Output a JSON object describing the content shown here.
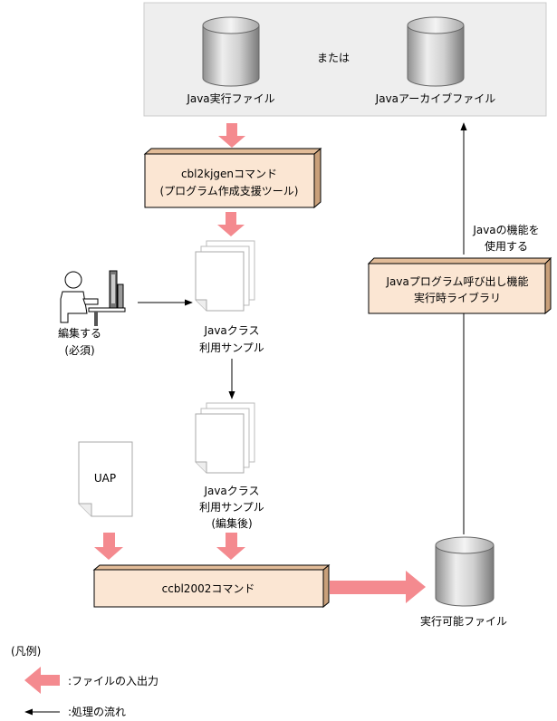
{
  "top_box": {
    "java_exec_file": "Java実行ファイル",
    "or": "または",
    "java_archive_file": "Javaアーカイブファイル"
  },
  "cbl2kjgen": {
    "line1": "cbl2kjgenコマンド",
    "line2": "(プログラム作成支援ツール)"
  },
  "java_class_sample": {
    "line1": "Javaクラス",
    "line2": "利用サンプル"
  },
  "java_class_sample_edited": {
    "line1": "Javaクラス",
    "line2": "利用サンプル",
    "line3": "(編集後)"
  },
  "user_edit": {
    "line1": "編集する",
    "line2": "(必須)"
  },
  "uap": "UAP",
  "ccbl2002": "ccbl2002コマンド",
  "exec_file": "実行可能ファイル",
  "java_runtime": {
    "line1": "Javaプログラム呼び出し機能",
    "line2": "実行時ライブラリ"
  },
  "use_java": {
    "line1": "Javaの機能を",
    "line2": "使用する"
  },
  "legend": {
    "title": "(凡例)",
    "file_io": ":ファイルの入出力",
    "process_flow": ":処理の流れ"
  },
  "colors": {
    "pink_arrow": "#f48a8f",
    "box_fill": "#fbe6d3",
    "gray_area": "#eeeeee"
  }
}
